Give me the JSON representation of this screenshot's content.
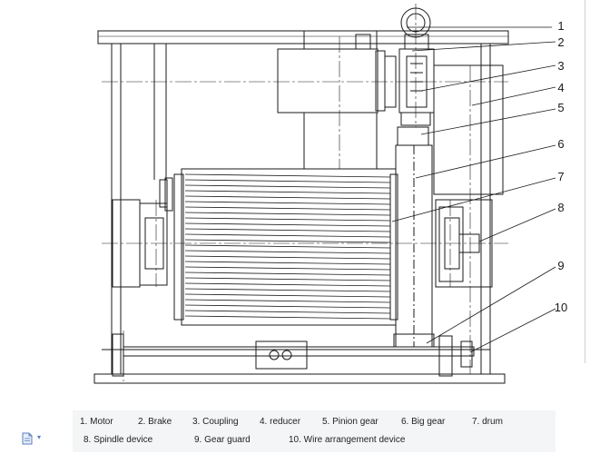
{
  "callouts": [
    "1",
    "2",
    "3",
    "4",
    "5",
    "6",
    "7",
    "8",
    "9",
    "10"
  ],
  "legend": {
    "row1": [
      "1. Motor",
      "2. Brake",
      "3. Coupling",
      "4. reducer",
      "5. Pinion gear",
      "6. Big gear",
      "7. drum"
    ],
    "row2": [
      "8. Spindle device",
      "9. Gear guard",
      "10. Wire arrangement device"
    ]
  },
  "icons": {
    "document": "document-icon",
    "dropdown": "chevron-down-icon"
  },
  "colors": {
    "line": "#1a1a1a",
    "caption_bg": "#f4f5f7",
    "icon_blue": "#5a7cc0"
  }
}
